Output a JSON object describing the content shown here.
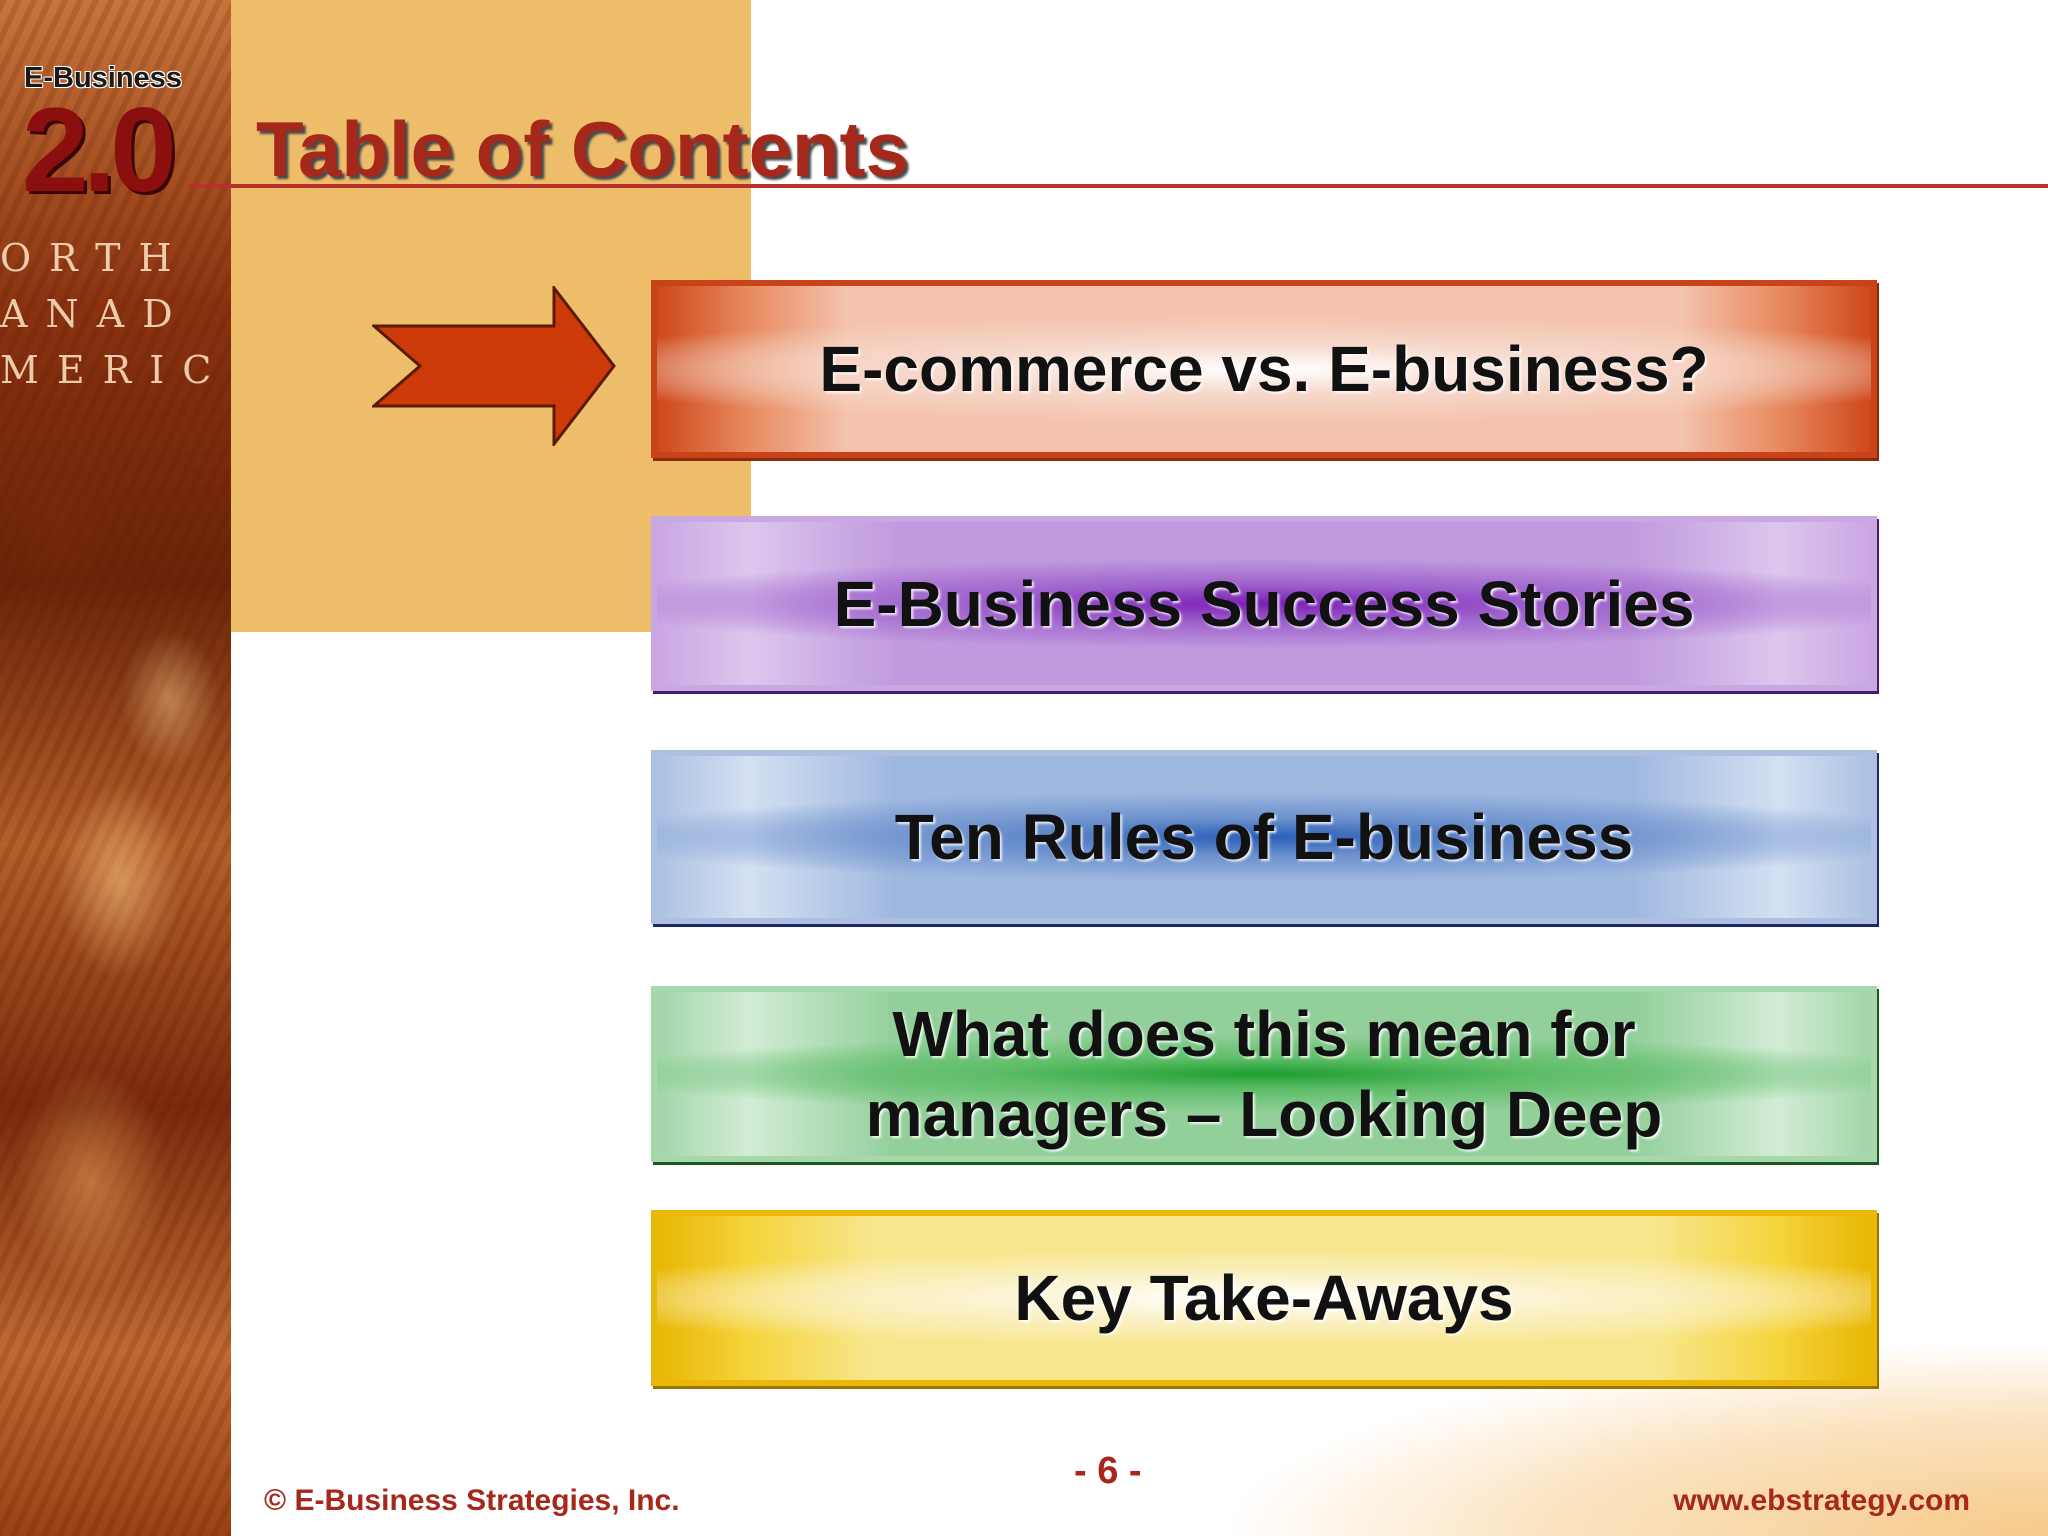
{
  "logo": {
    "small_text": "E-Business",
    "big_text": "2.0"
  },
  "title": "Table of Contents",
  "toc": [
    {
      "label": "E-commerce vs. E-business?",
      "color": "#cc4416",
      "current": true
    },
    {
      "label": "E-Business Success Stories",
      "color": "#7a1fb5",
      "current": false
    },
    {
      "label": "Ten Rules of E-business",
      "color": "#2a5fb8",
      "current": false
    },
    {
      "label": "What does this mean for managers – Looking Deep",
      "color": "#1e9e30",
      "current": false
    },
    {
      "label": "Key Take-Aways",
      "color": "#e8b400",
      "current": false
    }
  ],
  "pointer": {
    "icon": "arrow-right-icon",
    "color": "#cc3a0a"
  },
  "footer": {
    "copyright": "© E-Business Strategies, Inc.",
    "page": "- 6 -",
    "website": "www.ebstrategy.com"
  },
  "colors": {
    "accent": "#a5281a",
    "orange_block": "#eebd6a"
  }
}
